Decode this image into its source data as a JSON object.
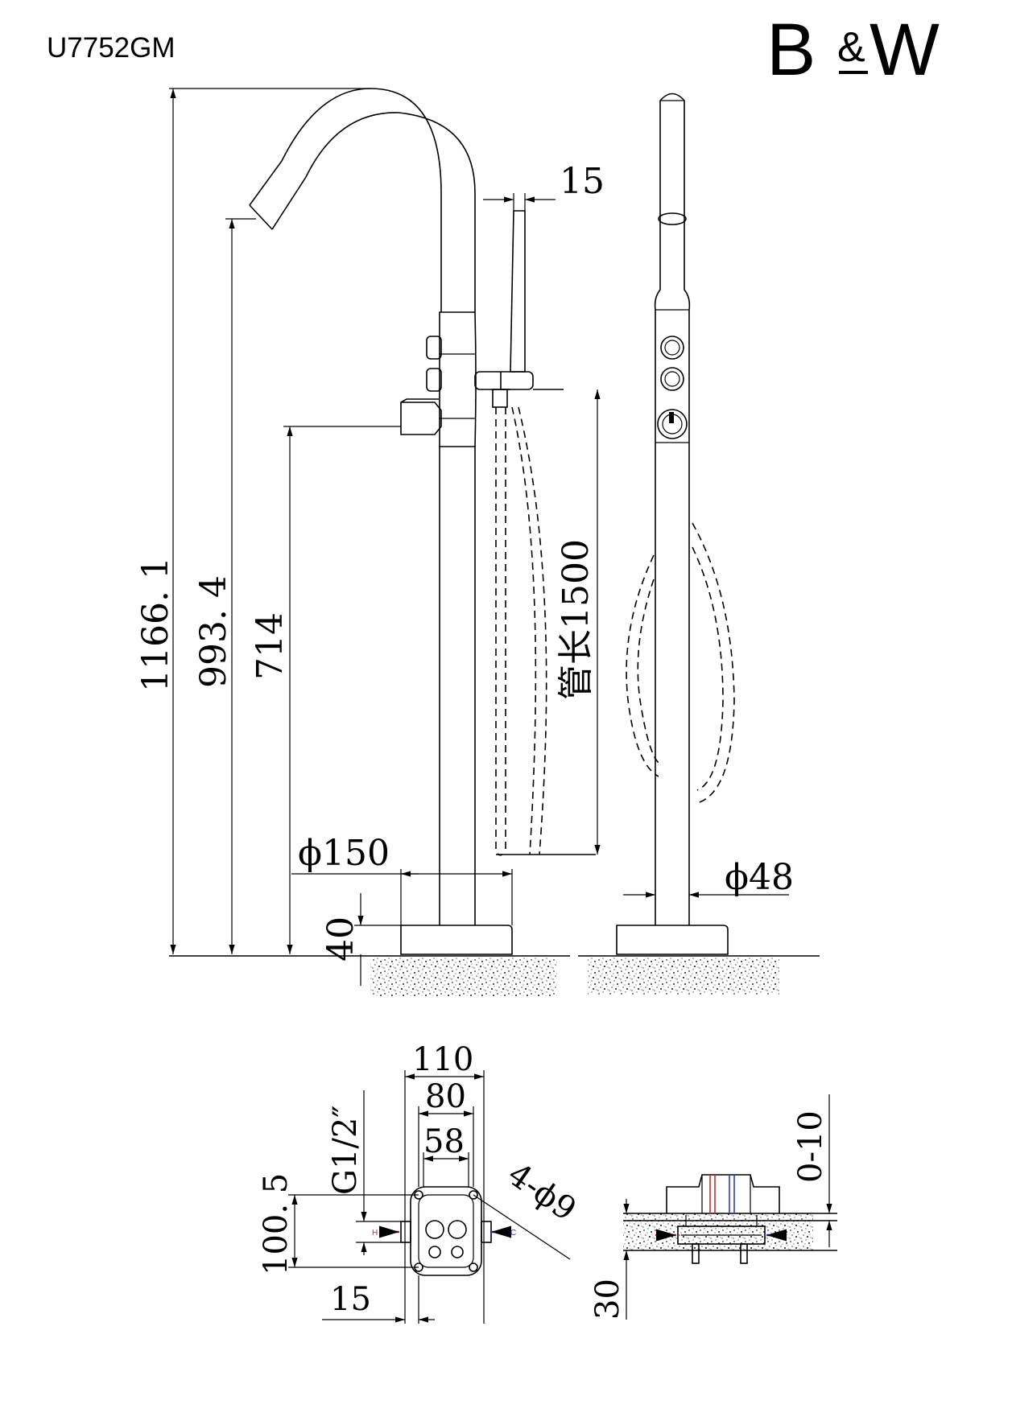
{
  "header": {
    "model_code": "U7752GM",
    "brand_left": "B",
    "brand_amp": "&",
    "brand_right": "W"
  },
  "side_view": {
    "height_total": "1166. 1",
    "height_spout": "993. 4",
    "height_handle": "714",
    "base_diameter": "ϕ150",
    "base_height": "40",
    "hand_shower_width": "15",
    "hose_length": "管长1500"
  },
  "front_view": {
    "pipe_diameter": "ϕ48"
  },
  "plan_view": {
    "width_outer": "110",
    "width_mid": "80",
    "width_inner": "58",
    "thread": "G1/2″",
    "depth": "100. 5",
    "offset": "15",
    "holes": "4-ϕ9",
    "hot_label": "H",
    "cold_label": "C"
  },
  "section_view": {
    "adjust_range": "0-10",
    "depth": "30"
  },
  "colors": {
    "hot": "#d8262a",
    "cold": "#2a3ad8",
    "line": "#000000"
  }
}
